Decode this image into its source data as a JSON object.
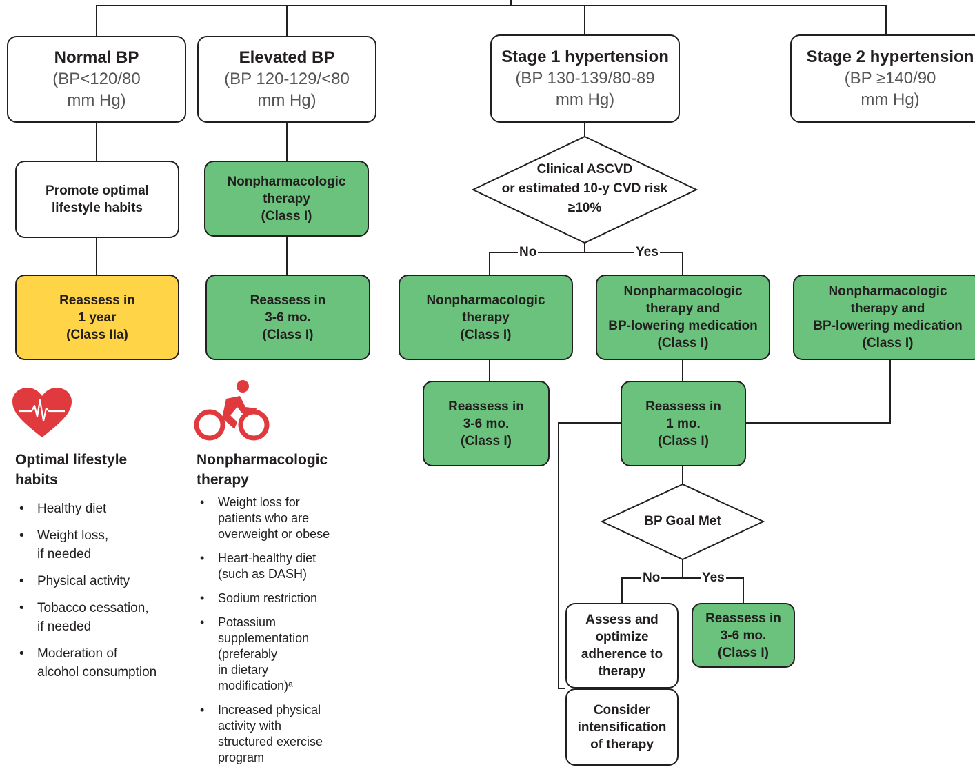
{
  "categories": {
    "normal": {
      "title": "Normal BP",
      "range": "(BP<120/80\nmm Hg)"
    },
    "elevated": {
      "title": "Elevated BP",
      "range": "(BP 120-129/<80\nmm Hg)"
    },
    "stage1": {
      "title": "Stage 1 hypertension",
      "range": "(BP 130-139/80-89\nmm Hg)"
    },
    "stage2": {
      "title": "Stage 2 hypertension",
      "range": "(BP ≥140/90\nmm Hg)"
    }
  },
  "nodes": {
    "promote": "Promote optimal\nlifestyle habits",
    "reassess_1yr": "Reassess in\n1 year\n(Class IIa)",
    "nonpharm_elevated": "Nonpharmacologic\ntherapy\n(Class I)",
    "reassess_elevated": "Reassess in\n3-6 mo.\n(Class I)",
    "ascvd_decision": "Clinical ASCVD\nor estimated 10-y CVD risk\n≥10%",
    "no_label": "No",
    "yes_label": "Yes",
    "nonpharm_stage1": "Nonpharmacologic\ntherapy\n(Class I)",
    "reassess_stage1": "Reassess in\n3-6 mo.\n(Class I)",
    "nonpharm_med_stage1": "Nonpharmacologic\ntherapy and\nBP-lowering medication\n(Class I)",
    "nonpharm_med_stage2": "Nonpharmacologic\ntherapy and\nBP-lowering medication\n(Class I)",
    "reassess_1mo": "Reassess in\n1 mo.\n(Class I)",
    "goal_decision": "BP Goal Met",
    "goal_no_label": "No",
    "goal_yes_label": "Yes",
    "assess_adherence": "Assess and\noptimize\nadherence to\ntherapy",
    "reassess_goal": "Reassess in\n3-6 mo.\n(Class I)",
    "intensify": "Consider\nintensification\nof therapy"
  },
  "lifestyle": {
    "icon": "heart-ecg-icon",
    "title": "Optimal lifestyle\nhabits",
    "items": [
      "Healthy diet",
      "Weight loss,\nif needed",
      "Physical activity",
      "Tobacco cessation,\nif needed",
      "Moderation of\nalcohol consumption"
    ]
  },
  "nonpharm": {
    "icon": "cyclist-icon",
    "title": "Nonpharmacologic\ntherapy",
    "items": [
      "Weight loss for\npatients who are\noverweight or obese",
      "Heart-healthy diet\n(such as DASH)",
      "Sodium restriction",
      "Potassium\nsupplementation\n(preferably\nin dietary\nmodification)ᵃ",
      "Increased physical\nactivity with\nstructured exercise\nprogram"
    ]
  },
  "colors": {
    "green": "#6bc27c",
    "yellow": "#ffd447",
    "red": "#e03a3e",
    "line": "#231f20"
  }
}
